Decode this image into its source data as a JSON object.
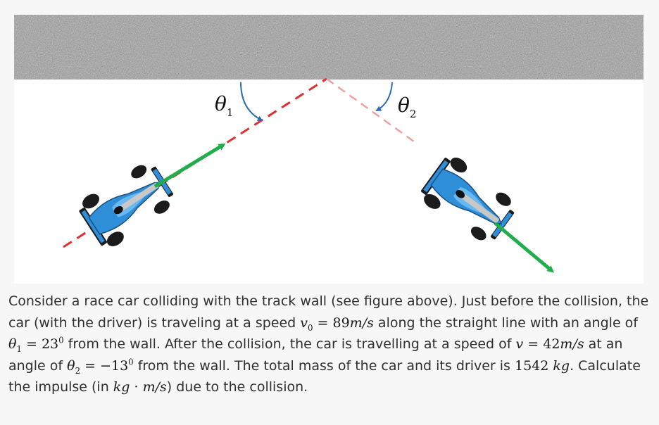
{
  "figure": {
    "theta1_symbol": "θ",
    "theta1_subscript": "1",
    "theta2_symbol": "θ",
    "theta2_subscript": "2",
    "colors": {
      "wall": "#9a9a9a",
      "incoming_path": "#e03030",
      "outgoing_path": "#f0a0a0",
      "velocity_arrow": "#1fae4b",
      "angle_arc": "#2a6fb5",
      "car_body": "#2e8fd8"
    }
  },
  "problem": {
    "s1": "Consider a race car colliding with the track wall (see figure above). Just before the collision, the car (with the driver) is traveling at a speed ",
    "v0_sym": "v",
    "v0_sub": "0",
    "eq1": " = ",
    "v0_val": "89",
    "v0_unit_m": "m",
    "v0_unit_s": "/s",
    "s2": " along the straight line with an angle of ",
    "t1_sym": "θ",
    "t1_sub": "1",
    "eq2": " = ",
    "t1_val": "23",
    "t1_sup": "0",
    "s3": " from the wall. After the collision, the car is travelling at a speed of ",
    "v_sym": "v",
    "eq3": " = ",
    "v_val": "42",
    "v_unit_m": "m",
    "v_unit_s": "/s",
    "s4": " at an angle of ",
    "t2_sym": "θ",
    "t2_sub": "2",
    "eq4": " = −",
    "t2_val": "13",
    "t2_sup": "0",
    "s5": " from the wall. The total mass of the car and its driver is ",
    "mass_val": "1542",
    "mass_unit": " kg",
    "s6": ". Calculate the impulse (in ",
    "imp_unit": "kg · m/s",
    "s7": ") due to the collision."
  }
}
